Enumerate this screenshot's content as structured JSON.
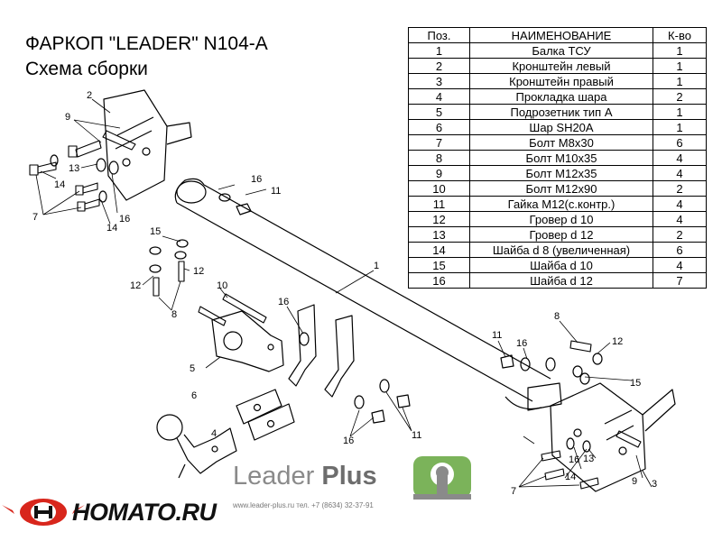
{
  "header": {
    "title": "ФАРКОП \"LEADER\" N104-A",
    "subtitle": "Схема сборки"
  },
  "parts_table": {
    "columns": [
      "Поз.",
      "НАИМЕНОВАНИЕ",
      "К-во"
    ],
    "rows": [
      [
        "1",
        "Балка ТСУ",
        "1"
      ],
      [
        "2",
        "Кронштейн левый",
        "1"
      ],
      [
        "3",
        "Кронштейн правый",
        "1"
      ],
      [
        "4",
        "Прокладка шара",
        "2"
      ],
      [
        "5",
        "Подрозетник тип А",
        "1"
      ],
      [
        "6",
        "Шар  SH20A",
        "1"
      ],
      [
        "7",
        "Болт М8х30",
        "6"
      ],
      [
        "8",
        "Болт М10х35",
        "4"
      ],
      [
        "9",
        "Болт М12х35",
        "4"
      ],
      [
        "10",
        "Болт М12х90",
        "2"
      ],
      [
        "11",
        "Гайка М12(с.контр.)",
        "4"
      ],
      [
        "12",
        "Гровер d 10",
        "4"
      ],
      [
        "13",
        "Гровер d 12",
        "2"
      ],
      [
        "14",
        "Шайба d 8 (увеличенная)",
        "6"
      ],
      [
        "15",
        "Шайба d 10",
        "4"
      ],
      [
        "16",
        "Шайба d 12",
        "7"
      ]
    ]
  },
  "callouts": {
    "n1": "1",
    "n2": "2",
    "n3": "3",
    "n4": "4",
    "n5": "5",
    "n6": "6",
    "n7": "7",
    "n8": "8",
    "n9": "9",
    "n10": "10",
    "n11": "11",
    "n12": "12",
    "n13": "13",
    "n14": "14",
    "n15": "15",
    "n16": "16"
  },
  "branding": {
    "brand_light": "Leader ",
    "brand_bold": "Plus",
    "contact": "www.leader-plus.ru    тел. +7 (8634) 32-37-91",
    "store": "HOMATO.RU"
  },
  "colors": {
    "logo_green": "#7bb35a",
    "logo_grey": "#8a8a8a",
    "store_red": "#d8261c"
  }
}
